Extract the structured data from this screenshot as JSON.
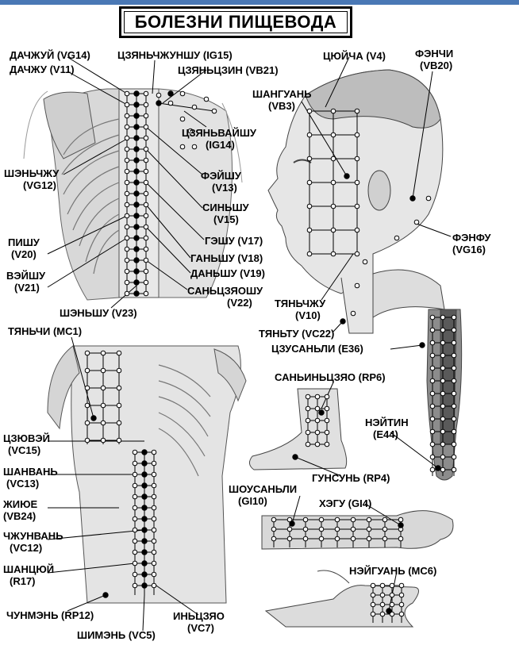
{
  "title": "БОЛЕЗНИ ПИЩЕВОДА",
  "labels": {
    "dazhuy": [
      "ДАЧЖУЙ (VG14)"
    ],
    "dazhu": [
      "ДАЧЖУ (V11)"
    ],
    "jianzhongshu": [
      "ЦЗЯНЬЧЖУНШУ (IG15)"
    ],
    "jianjing": [
      "ЦЗЯНЬЦЗИН (VB21)"
    ],
    "jianwaishu": [
      "ЦЗЯНЬВАЙШУ",
      "(IG14)"
    ],
    "shenzhu": [
      "ШЭНЬЧЖУ",
      "(VG12)"
    ],
    "feishu": [
      "ФЭЙШУ",
      "(V13)"
    ],
    "xinshu": [
      "СИНЬШУ",
      "(V15)"
    ],
    "geshu": [
      "ГЭШУ (V17)"
    ],
    "ganshu": [
      "ГАНЬШУ (V18)"
    ],
    "danshu": [
      "ДАНЬШУ (V19)"
    ],
    "pishu": [
      "ПИШУ",
      "(V20)"
    ],
    "weishu": [
      "ВЭЙШУ",
      "(V21)"
    ],
    "sanjiaoshu": [
      "САНЬЦЗЯОШУ",
      "(V22)"
    ],
    "shenshu": [
      "ШЭНЬШУ (V23)"
    ],
    "qiuyi": [
      "ЦЮЙЧА (V4)"
    ],
    "fengchi": [
      "ФЭНЧИ",
      "(VB20)"
    ],
    "shangguan": [
      "ШАНГУАНЬ",
      "(VB3)"
    ],
    "fengfu": [
      "ФЭНФУ",
      "(VG16)"
    ],
    "tianzhu": [
      "ТЯНЬЧЖУ",
      "(V10)"
    ],
    "tiantu": [
      "ТЯНЬТУ (VC22)"
    ],
    "tianchi": [
      "ТЯНЬЧИ (MC1)"
    ],
    "zusanli": [
      "ЦЗУСАНЬЛИ (E36)"
    ],
    "sanyinjiao": [
      "САНЬИНЬЦЗЯО (RP6)"
    ],
    "neiting": [
      "НЭЙТИН",
      "(E44)"
    ],
    "gongsun": [
      "ГУНСУНЬ (RP4)"
    ],
    "jiuwei": [
      "ЦЗЮВЭЙ",
      "(VC15)"
    ],
    "shangwan": [
      "ШАНВАНЬ",
      "(VC13)"
    ],
    "riyue": [
      "ЖИЮЕ",
      "(VB24)"
    ],
    "zhongwan": [
      "ЧЖУНВАНЬ",
      "(VC12)"
    ],
    "shangqu": [
      "ШАНЦЮЙ",
      "(R17)"
    ],
    "shousanli": [
      "ШОУСАНЬЛИ",
      "(GI10)"
    ],
    "hegu": [
      "ХЭГУ (GI4)"
    ],
    "neiguan": [
      "НЭЙГУАНЬ (MC6)"
    ],
    "chongmen": [
      "ЧУНМЭНЬ (RP12)"
    ],
    "shimen": [
      "ШИМЭНЬ (VC5)"
    ],
    "yinjiao": [
      "ИНЬЦЗЯО",
      "(VC7)"
    ]
  }
}
